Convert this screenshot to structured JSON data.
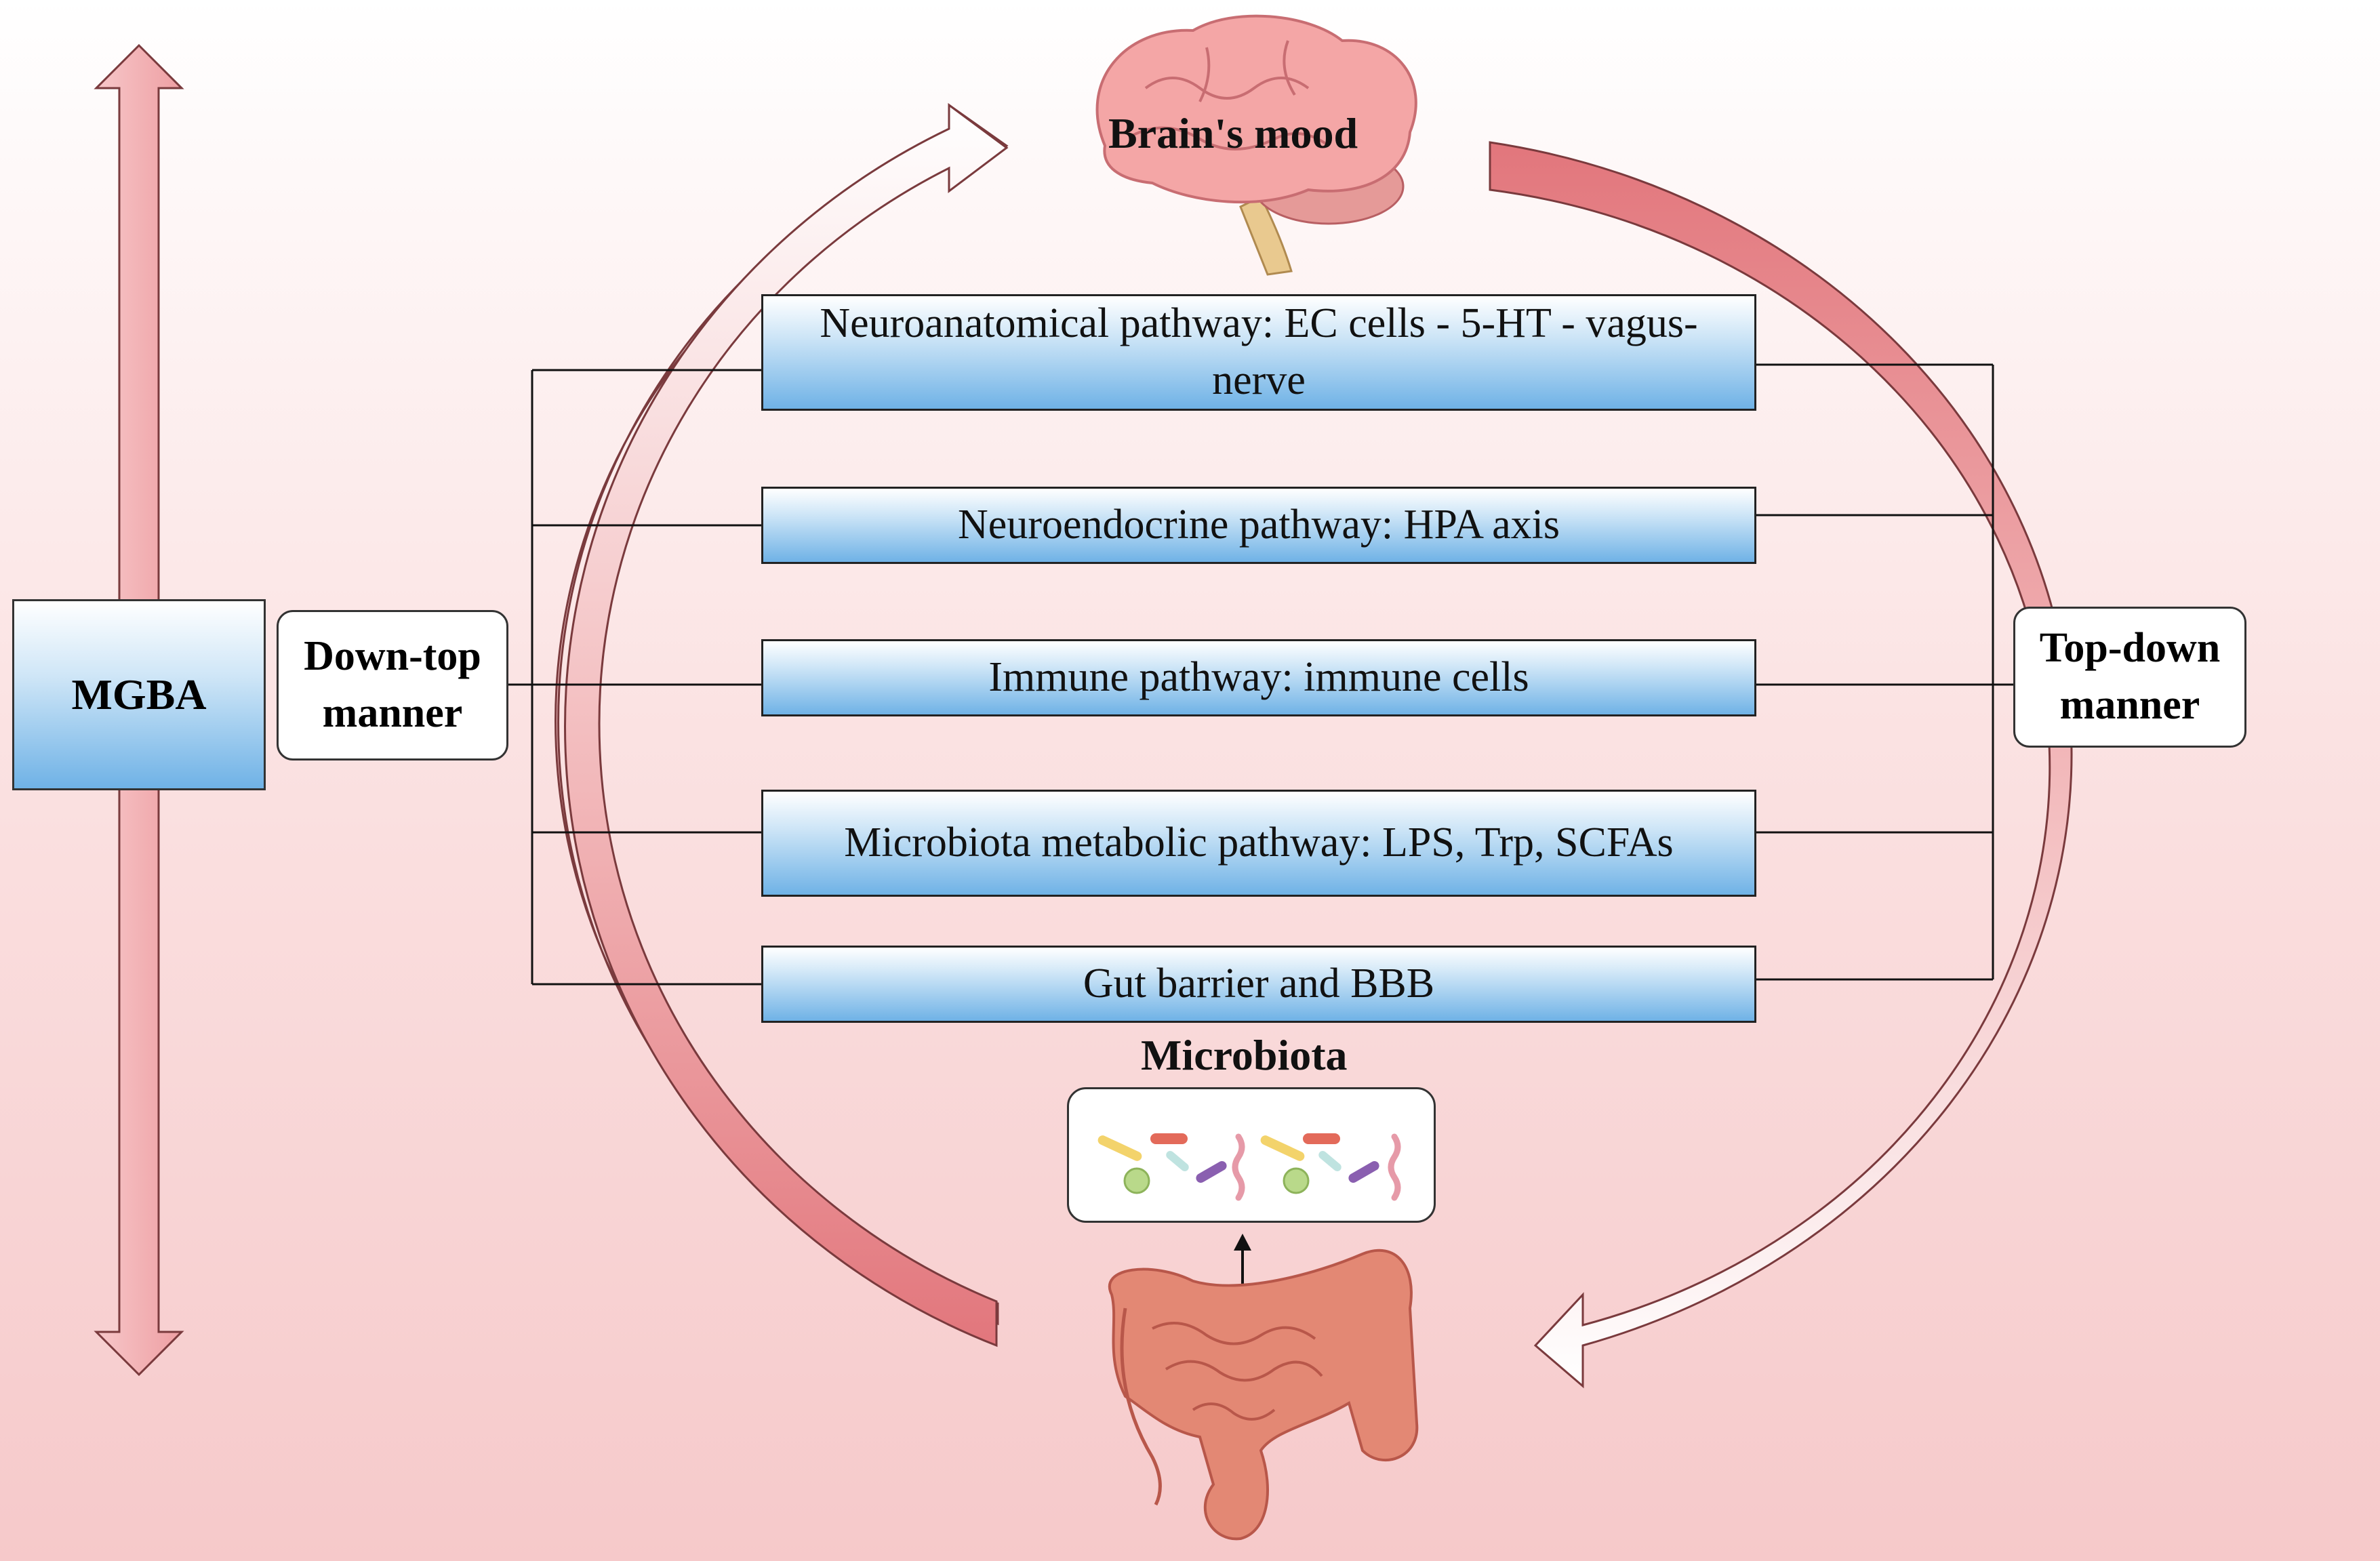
{
  "brain_label": "Brain's mood",
  "microbiota_label": "Microbiota",
  "mgba_label": "MGBA",
  "down_top": "Down-top\nmanner",
  "top_down": "Top-down\nmanner",
  "pathways": [
    "Neuroanatomical pathway: EC cells - 5-HT - vagus-nerve",
    "Neuroendocrine pathway: HPA axis",
    "Immune pathway: immune cells",
    "Microbiota metabolic pathway: LPS, Trp, SCFAs",
    "Gut barrier and BBB"
  ],
  "colors": {
    "arrow_red": "#e98a8e",
    "box_blue": "#6fb2e6",
    "gut": "#e07a5f",
    "brain": "#f4a1a1"
  }
}
